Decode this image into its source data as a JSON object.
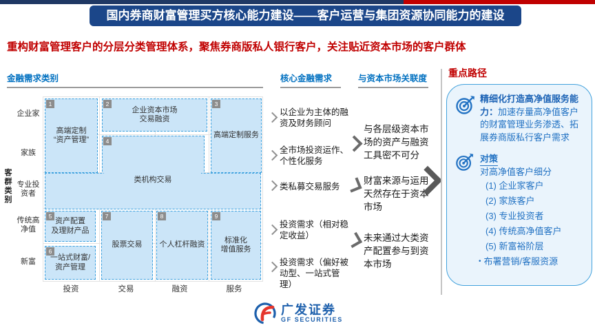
{
  "header": {
    "title": "国内券商财富管理买方核心能力建设——客户运营与集团资源协同能力的建设",
    "subtitle": "重构财富管理客户的分层分类管理体系，聚焦券商版私人银行客户，关注贴近资本市场的客户群体"
  },
  "matrix": {
    "heading": "金融需求类别",
    "axis_label": "客\n群\n类\n别",
    "rows": [
      "企业家",
      "家族",
      "专业投\n资者",
      "传统高\n净值",
      "新富"
    ],
    "cols": [
      "投资",
      "交易",
      "融资",
      "服务"
    ],
    "boxes": [
      {
        "num": "1",
        "label": "高端定制\n“资产管理”"
      },
      {
        "num": "2",
        "label": "企业资本市场\n交易融资"
      },
      {
        "num": "3",
        "label": "高端定制服务"
      },
      {
        "num": "4",
        "label": "类机构交易"
      },
      {
        "num": "5",
        "label": "资产配置\n及理财产品"
      },
      {
        "num": "6",
        "label": "一站式财富/\n资产管理"
      },
      {
        "num": "7",
        "label": "股票交易"
      },
      {
        "num": "8",
        "label": "个人杠杆融资"
      },
      {
        "num": "9",
        "label": "标准化\n增值服务"
      }
    ]
  },
  "needs": {
    "heading": "核心金融需求",
    "items": [
      "以企业为主体的融资及财务顾问",
      "全市场投资运作、个性化服务",
      "类私募交易服务",
      "投资需求（相对稳定收益）",
      "投资需求（偏好被动型、一站式管理）"
    ]
  },
  "relevance": {
    "heading": "与资本市场关联度",
    "items": [
      "与各层级资本市场的资产与融资工具密不可分",
      "财富来源与运用天然存在于资本市场",
      "未来通过大类资产配置参与到资本市场"
    ]
  },
  "path": {
    "heading": "重点路径",
    "goal_bold": "精细化打造高净值服务能力：",
    "goal_rest": "加速存量高净值客户的财富管理业务渗透、拓展券商版私行客户需求",
    "strategy_title": "对策",
    "strategy_subtitle": "对高净值客户细分",
    "list": [
      "(1) 企业家客户",
      "(2) 家族客户",
      "(3) 专业投资者",
      "(4) 传统高净值客户",
      "(5) 新富裕阶层"
    ],
    "bullet_marker": "•",
    "bullet": "布署营销/客服资源"
  },
  "footer": {
    "brand_cn": "广发证券",
    "brand_en": "GF SECURITIES"
  },
  "colors": {
    "navy": "#1F3864",
    "red": "#C00000",
    "title_bg": "#1B4689",
    "heading_blue": "#0070C0",
    "box_fill": "#CBE5F8",
    "box_border": "#3BA0DE",
    "panel_border": "#41A1DC",
    "panel_fill": "#EAF4FC",
    "panel_text": "#2272C3",
    "logo_blue": "#1C5FAC",
    "logo_red": "#E5352C"
  }
}
